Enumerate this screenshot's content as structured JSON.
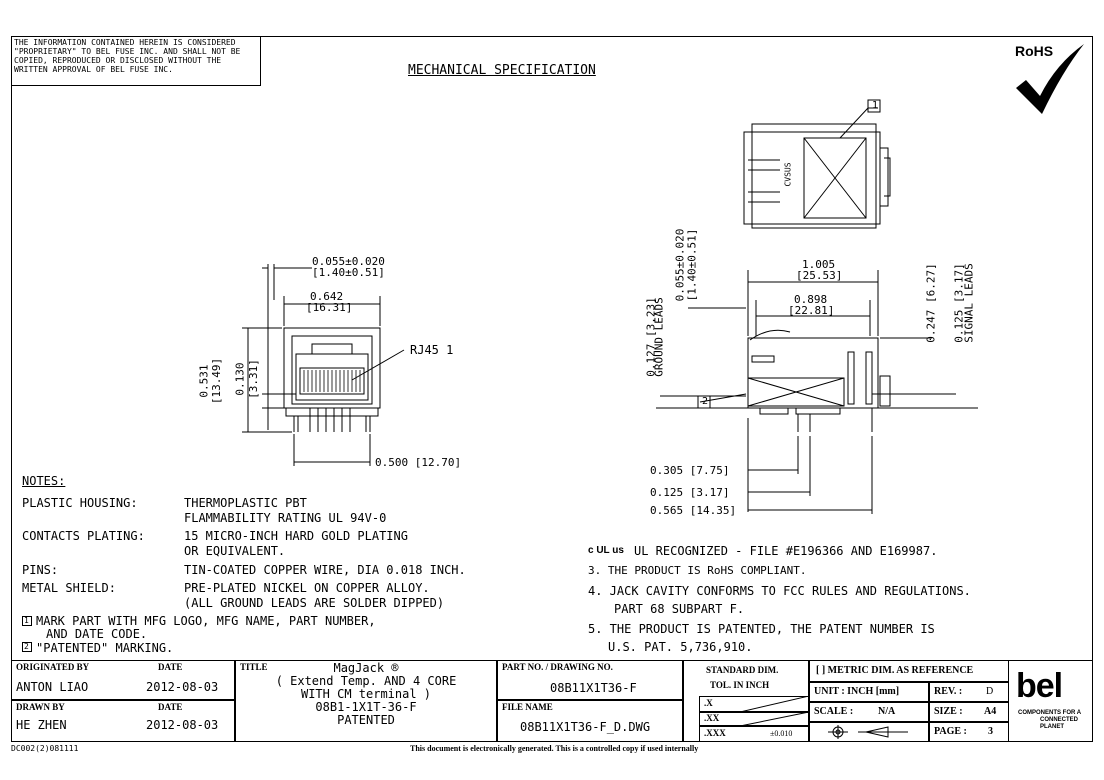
{
  "proprietary_notice": [
    "THE INFORMATION CONTAINED HEREIN IS CONSIDERED",
    "\"PROPRIETARY\" TO BEL FUSE INC. AND SHALL NOT BE",
    "COPIED, REPRODUCED OR DISCLOSED WITHOUT THE",
    "WRITTEN APPROVAL OF BEL FUSE INC."
  ],
  "header_title": "MECHANICAL SPECIFICATION",
  "rohs_label": "RoHS",
  "front_view": {
    "dim_top": "0.055±0.020",
    "dim_top_mm": "[1.40±0.51]",
    "dim_width": "0.642",
    "dim_width_mm": "[16.31]",
    "dim_height": "0.531",
    "dim_height_mm": "[13.49]",
    "dim_inner": "0.130",
    "dim_inner_mm": "[3.31]",
    "rj45_label": "RJ45 1",
    "dim_pin": "0.500 [12.70]"
  },
  "side_view": {
    "dim_length": "1.005",
    "dim_length_mm": "[25.53]",
    "dim_body": "0.898",
    "dim_body_mm": "[22.81]",
    "dim_lead_off": "0.055±0.020",
    "dim_lead_off_mm": "[1.40±0.51]",
    "dim_ground": "0.127 [3.23]",
    "ground_label": "GROUND LEADS",
    "dim_247": "0.247 [6.27]",
    "dim_signal": "0.125 [3.17]",
    "signal_label": "SIGNAL LEADS",
    "dim_305": "0.305 [7.75]",
    "dim_125": "0.125 [3.17]",
    "dim_565": "0.565 [14.35]",
    "callout_2": "2"
  },
  "top_view": {
    "callout_1": "1",
    "cvsus": "CVSUS"
  },
  "notes": {
    "heading": "NOTES:",
    "left": [
      {
        "label": "PLASTIC HOUSING:",
        "lines": [
          "THERMOPLASTIC PBT",
          "FLAMMABILITY RATING UL 94V-0"
        ]
      },
      {
        "label": "CONTACTS PLATING:",
        "lines": [
          "15 MICRO-INCH HARD GOLD PLATING",
          "OR EQUIVALENT."
        ]
      },
      {
        "label": "PINS:",
        "lines": [
          "TIN-COATED COPPER WIRE, DIA 0.018 INCH."
        ]
      },
      {
        "label": "METAL SHIELD:",
        "lines": [
          "PRE-PLATED NICKEL ON COPPER ALLOY.",
          "(ALL GROUND LEADS ARE SOLDER DIPPED)"
        ]
      }
    ],
    "note1_num": "1",
    "note1": [
      "MARK PART WITH MFG LOGO, MFG NAME, PART NUMBER,",
      "AND DATE CODE."
    ],
    "note2_num": "2",
    "note2": "\"PATENTED\" MARKING.",
    "ul_logo": "c UL us",
    "right": [
      "UL RECOGNIZED - FILE #E196366 AND E169987.",
      "3. THE PRODUCT IS RoHS COMPLIANT.",
      "4. JACK CAVITY CONFORMS TO FCC RULES AND REGULATIONS.",
      "PART 68 SUBPART F.",
      "5. THE PRODUCT IS PATENTED, THE PATENT NUMBER IS",
      "U.S. PAT. 5,736,910."
    ]
  },
  "title_block": {
    "originated_by_label": "ORIGINATED BY",
    "originated_by": "ANTON LIAO",
    "date_label": "DATE",
    "orig_date": "2012-08-03",
    "drawn_by_label": "DRAWN BY",
    "drawn_by": "HE ZHEN",
    "drawn_date": "2012-08-03",
    "title_label": "TITLE",
    "title_lines": [
      "MagJack ®",
      "( Extend Temp. AND 4 CORE",
      "WITH CM terminal )",
      "08B1-1X1T-36-F",
      "PATENTED"
    ],
    "part_no_label": "PART NO. / DRAWING NO.",
    "part_no": "08B11X1T36-F",
    "file_name_label": "FILE NAME",
    "file_name": "08B11X1T36-F_D.DWG",
    "standard_dim": "STANDARD DIM.",
    "tol_in_inch": "TOL. IN INCH",
    "tol_x": ".X",
    "tol_xx": ".XX",
    "tol_xxx": ".XXX",
    "tol_xxx_val": "±0.010",
    "metric_ref": "[ ] METRIC DIM. AS REFERENCE",
    "unit_label": "UNIT : INCH [mm]",
    "rev_label": "REV. :",
    "rev": "D",
    "scale_label": "SCALE :",
    "scale": "N/A",
    "size_label": "SIZE :",
    "size": "A4",
    "page_label": "PAGE :",
    "page": "3",
    "bel_logo": "bel",
    "bel_tagline": [
      "COMPONENTS FOR A",
      "CONNECTED",
      "PLANET"
    ]
  },
  "footer_code": "DC002(2)081111",
  "footer_text": "This document is electronically generated. This is a controlled copy if used internally"
}
